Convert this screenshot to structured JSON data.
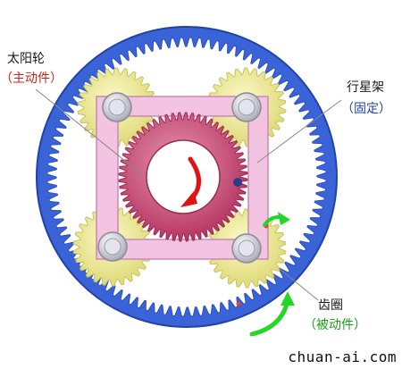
{
  "labels": {
    "sun_name": "太阳轮",
    "sun_role": "（主动件）",
    "carrier_name": "行星架",
    "carrier_role": "（固定）",
    "ring_name": "齿圈",
    "ring_role": "（被动件）"
  },
  "watermark": "chuan-ai.com",
  "colors": {
    "ring": "#3a63d8",
    "ring_dark": "#2143a8",
    "sun": "#c9426e",
    "sun_light": "#e27fa0",
    "planet": "#f1ef9a",
    "planet_edge": "#c9c35a",
    "carrier": "#f2c4e2",
    "carrier_edge": "#c98ab4",
    "arrow_red": "#e01212",
    "arrow_green": "#22d822",
    "role_red": "#e01a1a",
    "role_green": "#1aa01a",
    "role_blue": "#2244aa"
  },
  "icons": {
    "sun_rotation": "curved-arrow-counterclockwise",
    "ring_rotation": "curved-arrow-clockwise"
  }
}
